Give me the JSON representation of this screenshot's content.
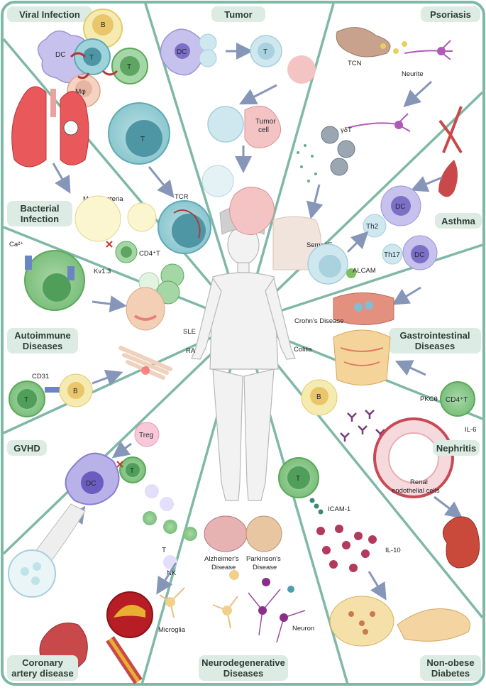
{
  "panels": {
    "viral_infection": "Viral Infection",
    "tumor": "Tumor",
    "psoriasis": "Psoriasis",
    "bacterial_infection_1": "Bacterial",
    "bacterial_infection_2": "Infection",
    "asthma": "Asthma",
    "autoimmune_1": "Autoimmune",
    "autoimmune_2": "Diseases",
    "gastro_1": "Gastrointestinal",
    "gastro_2": "Diseases",
    "gvhd": "GVHD",
    "nephritis": "Nephritis",
    "coronary_1": "Coronary",
    "coronary_2": "artery disease",
    "neuro_1": "Neurodegenerative",
    "neuro_2": "Diseases",
    "nod_1": "Non-obese",
    "nod_2": "Diabetes"
  },
  "labels": {
    "b": "B",
    "dc": "DC",
    "t": "T",
    "mphi": "Mφ",
    "tumor_cell_1": "Tumor",
    "tumor_cell_2": "cell",
    "tcn": "TCN",
    "neurite": "Neurite",
    "gdt": "γδT",
    "mycobacteria": "Mycobacteria",
    "tcr": "TCR",
    "th2": "Th2",
    "sema3e": "Sema3E",
    "alcam": "ALCAM",
    "cd4t": "CD4⁺T",
    "ca": "Ca²⁺",
    "kv13": "Kv1.3",
    "sle": "SLE",
    "ra": "RA",
    "th17": "Th17",
    "crohns": "Crohn’s Disease",
    "colitis": "Colitis",
    "cd31": "CD31",
    "treg": "Treg",
    "pkc": "PKCθ",
    "il6": "IL-6",
    "nk": "NK",
    "alzheimer_1": "Alzheimer's",
    "alzheimer_2": "Disease",
    "parkinson_1": "Parkinson's",
    "parkinson_2": "Disease",
    "icam1": "ICAM-1",
    "renal_1": "Renal",
    "renal_2": "endothelial cells",
    "il10": "IL-10",
    "microglia": "Microglia",
    "neuron": "Neuron"
  },
  "colors": {
    "frame": "#7fb8a6",
    "label_box": "#dcebe4",
    "arrow": "#8696b8",
    "t_cell": "#8cc98c",
    "t_cell_nucleus": "#4f9e5a",
    "b_cell": "#f5ebb0",
    "dc": "#b9b2e8",
    "tumor": "#f1b7b7",
    "red_receptor": "#c0392b"
  }
}
